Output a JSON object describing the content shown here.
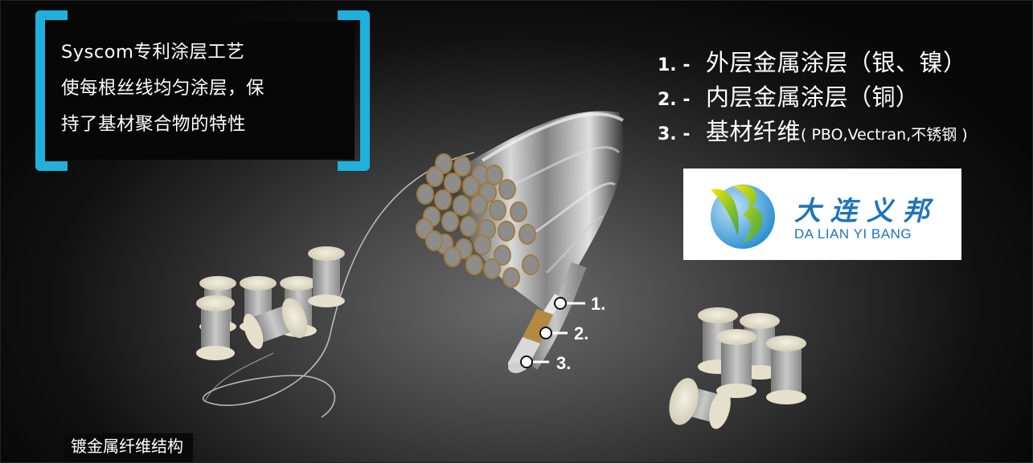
{
  "callout": {
    "lines": [
      "Syscom专利涂层工艺",
      "使每根丝线均匀涂层，保",
      "持了基材聚合物的特性"
    ],
    "bracket_color": "#1fb1dc"
  },
  "layers": [
    {
      "number": "1. -",
      "text": "外层金属涂层（银、镍）",
      "note": ""
    },
    {
      "number": "2. -",
      "text": "内层金属涂层（铜）",
      "note": ""
    },
    {
      "number": "3. -",
      "text": "基材纤维",
      "note": "( PBO,Vectran,不锈钢 )"
    }
  ],
  "logo": {
    "name_cn": "大连义邦",
    "name_en": "DA LIAN YI BANG",
    "color": "#1f74b8"
  },
  "fiber_labels": [
    "1.",
    "2.",
    "3."
  ],
  "caption": "镀金属纤维结构",
  "icons": {
    "logo_mark": "yb-swirl-logo-icon",
    "fiber_bundle": "fiber-bundle-illustration",
    "spool": "wire-spool-illustration"
  }
}
